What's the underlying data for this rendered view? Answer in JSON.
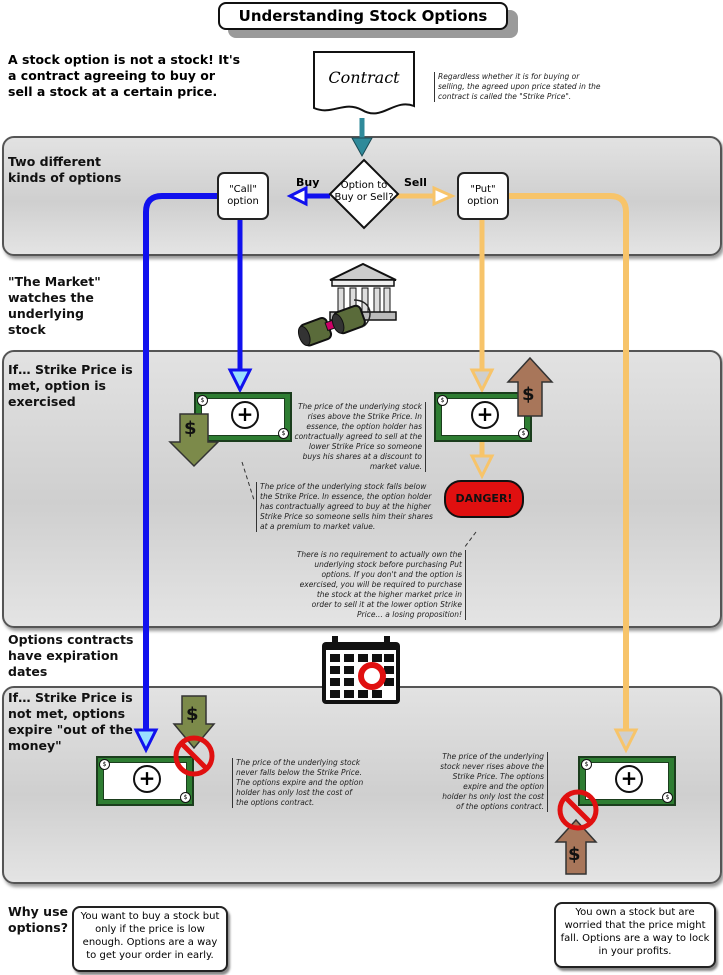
{
  "title": "Understanding Stock Options",
  "intro": "A stock option is not a stock! It's a contract agreeing to buy or sell a stock at a certain price.",
  "contract": {
    "label": "Contract",
    "note": "Regardless whether it is for buying or selling, the agreed upon price stated in the contract is called the \"Strike Price\"."
  },
  "options_section": {
    "label": "Two different kinds of options",
    "decision": "Option to Buy or Sell?",
    "call": "\"Call\" option",
    "put": "\"Put\" option",
    "buy": "Buy",
    "sell": "Sell"
  },
  "market": {
    "label": "\"The Market\" watches the underlying stock"
  },
  "exercised": {
    "label": "If… Strike Price is met, option is exercised",
    "put_note": "The price of the underlying stock rises above the Strike Price. In essence, the option holder has contractually agreed to sell at the lower Strike Price so someone buys his shares at a discount to market value.",
    "call_note": "The price of the underlying stock falls below the Strike Price. In essence, the option holder has contractually agreed to buy at the higher Strike Price so someone sells him their shares at a premium to market value.",
    "danger": "DANGER!",
    "danger_note": "There is no requirement to actually own the underlying stock before purchasing Put options. If you don't and the option is exercised, you will be required to purchase the stock at the higher market price in order to sell it at the lower option Strike Price… a losing proposition!"
  },
  "expiration": {
    "label": "Options contracts have expiration dates"
  },
  "expire": {
    "label": "If… Strike Price is not met, options expire \"out of the money\"",
    "call_note": "The price of the underlying stock never falls below the Strike Price. The options expire and the option holder has only lost the cost of the options contract.",
    "put_note": "The price of the underlying stock never rises above the Strike Price. The options expire and the option holder hs only lost the cost of the options contract."
  },
  "why": {
    "label": "Why use options?",
    "call_reason": "You want to buy a stock but only if the price is low enough. Options are a way to get your order in early.",
    "put_reason": "You own a stock but are worried that the price might fall. Options are a way to lock in your profits."
  },
  "dollar": "$",
  "plus": "+",
  "colors": {
    "call_arrow": "#1111ee",
    "put_arrow": "#f7c46a",
    "contract_arrow": "#2f8a9a",
    "danger": "#e01010",
    "bill": "#2e7d32"
  },
  "icons": [
    "contract-icon",
    "bank-icon",
    "binoculars-icon",
    "calendar-icon",
    "dollar-down-arrow-icon",
    "dollar-up-arrow-icon",
    "no-sign-icon"
  ]
}
